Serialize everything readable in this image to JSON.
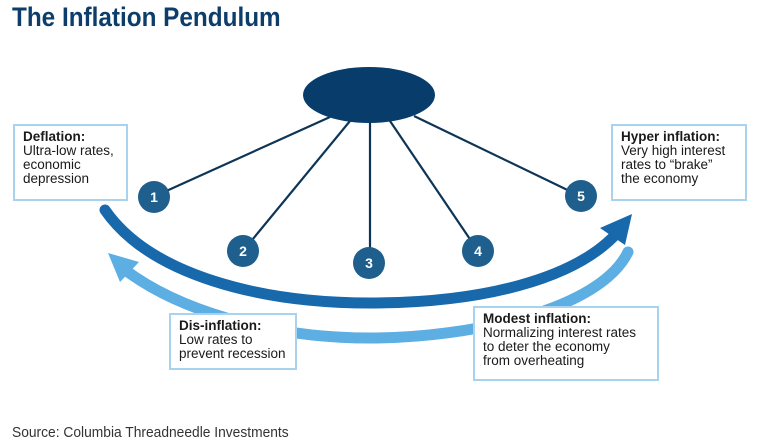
{
  "title": "The Inflation Pendulum",
  "colors": {
    "navy": "#073c6b",
    "ball": "#1f5f8e",
    "dark_arrow": "#1769ab",
    "light_arrow": "#5caee3",
    "box_border": "#a9d2ee",
    "title": "#0d3d6b"
  },
  "pendulum": {
    "positions": [
      "1",
      "2",
      "3",
      "4",
      "5"
    ]
  },
  "stages": {
    "deflation": {
      "heading": "Deflation:",
      "lines": [
        "Ultra-low rates,",
        "economic",
        "depression"
      ]
    },
    "hyper": {
      "heading": "Hyper inflation:",
      "lines": [
        "Very high interest",
        "rates to “brake”",
        "the economy"
      ]
    },
    "dis": {
      "heading": "Dis-inflation:",
      "lines": [
        "Low rates to",
        "prevent recession"
      ]
    },
    "modest": {
      "heading": "Modest inflation:",
      "lines": [
        "Normalizing interest rates",
        "to deter the economy",
        "from overheating"
      ]
    }
  },
  "source": "Source: Columbia Threadneedle Investments"
}
